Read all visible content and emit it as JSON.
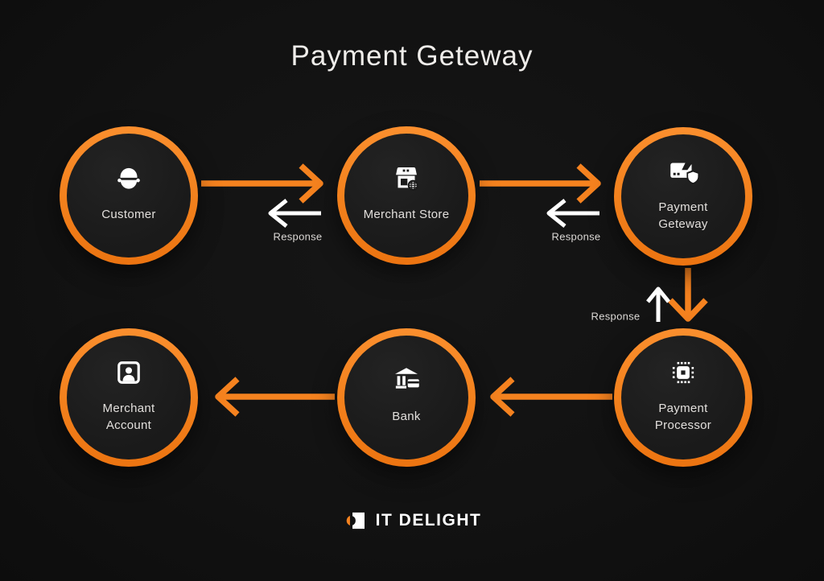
{
  "title": "Payment Geteway",
  "colors": {
    "background": "#121212",
    "accent_orange": "#F5821F",
    "node_fill": "#1B1B1B",
    "label_text": "#E2DFDC",
    "response_arrow": "#FFFFFF"
  },
  "nodes": [
    {
      "id": "customer",
      "label": "Customer",
      "icon": "person-helmet-icon"
    },
    {
      "id": "merchant-store",
      "label": "Merchant Store",
      "icon": "storefront-icon"
    },
    {
      "id": "payment-geteway",
      "label": "Payment Geteway",
      "icon": "card-shield-icon"
    },
    {
      "id": "merchant-account",
      "label": "Merchant Account",
      "icon": "account-box-icon"
    },
    {
      "id": "bank",
      "label": "Bank",
      "icon": "bank-card-icon"
    },
    {
      "id": "payment-processor",
      "label": "Payment Processor",
      "icon": "processor-chip-icon"
    }
  ],
  "flow": [
    "customer -> merchant-store",
    "merchant-store -> payment-geteway",
    "payment-geteway -> payment-processor",
    "payment-processor -> bank",
    "bank -> merchant-account"
  ],
  "responses": [
    "Response",
    "Response",
    "Response"
  ],
  "logo": {
    "text": "IT DELIGHT"
  }
}
